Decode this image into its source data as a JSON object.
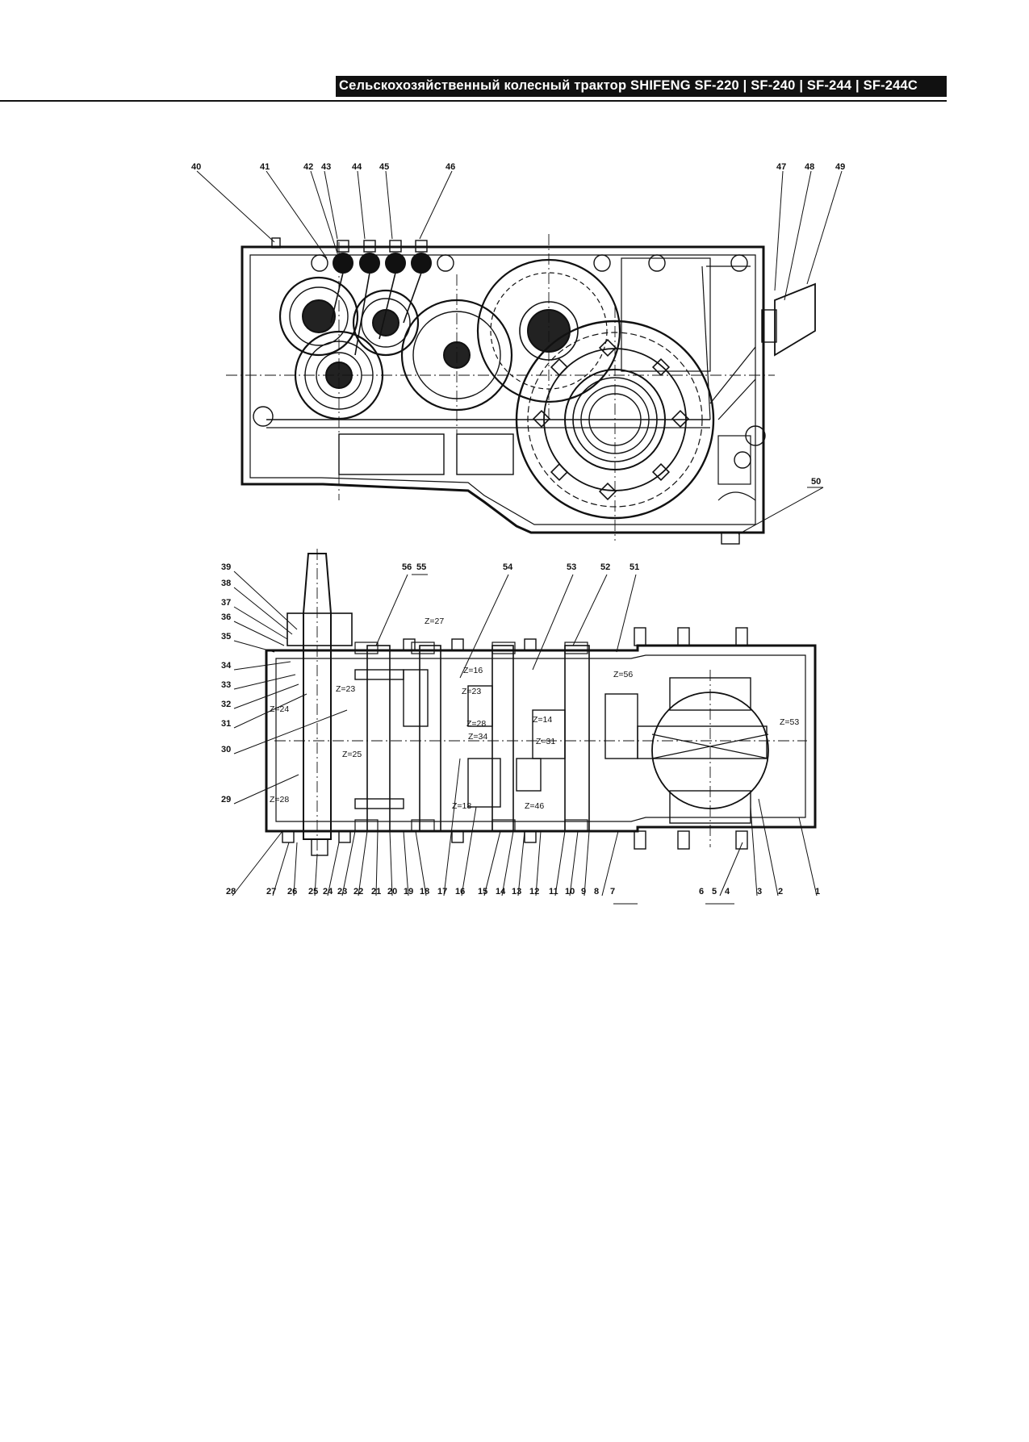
{
  "header": {
    "title": "Сельскохозяйственный колесный трактор SHIFENG SF-220 | SF-240 | SF-244 | SF-244C"
  },
  "top_view": {
    "callouts": [
      "40",
      "41",
      "42",
      "43",
      "44",
      "45",
      "46",
      "47",
      "48",
      "49",
      "50"
    ]
  },
  "bottom_view": {
    "callouts_left": [
      "39",
      "38",
      "37",
      "36",
      "35",
      "34",
      "33",
      "32",
      "31",
      "30",
      "29"
    ],
    "callouts_top": [
      "56",
      "55",
      "54",
      "53",
      "52",
      "51"
    ],
    "callouts_bottom": [
      "28",
      "27",
      "26",
      "25",
      "24",
      "23",
      "22",
      "21",
      "20",
      "19",
      "18",
      "17",
      "16",
      "15",
      "14",
      "13",
      "12",
      "11",
      "10",
      "9",
      "8",
      "7",
      "6",
      "5",
      "4",
      "3",
      "2",
      "1"
    ],
    "gear_labels": [
      "Z=27",
      "Z=16",
      "Z=23",
      "Z=23",
      "Z=24",
      "Z=28",
      "Z=34",
      "Z=25",
      "Z=28",
      "Z=18",
      "Z=14",
      "Z=31",
      "Z=46",
      "Z=56",
      "Z=53"
    ]
  }
}
